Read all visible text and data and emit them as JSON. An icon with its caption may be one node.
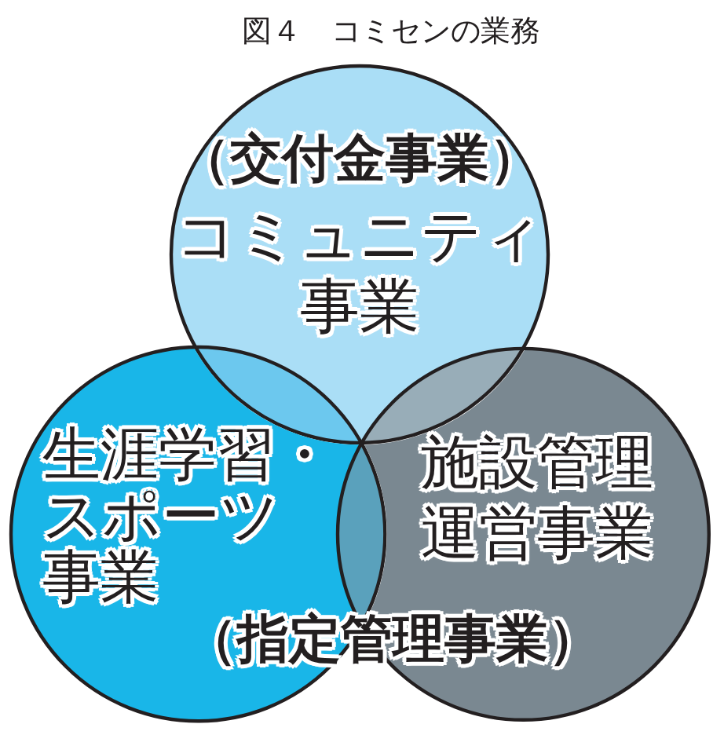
{
  "diagram": {
    "title": "図４　コミセンの業務",
    "nodes": [
      {
        "text": [
          "（交付金事業）",
          "コミュニティ事業"
        ]
      },
      {
        "text": [
          "生涯学習・スポーツ事業"
        ]
      },
      {
        "text": [
          "施設管理運営事業"
        ]
      }
    ],
    "labels": [
      "（指定管理事業）"
    ]
  }
}
